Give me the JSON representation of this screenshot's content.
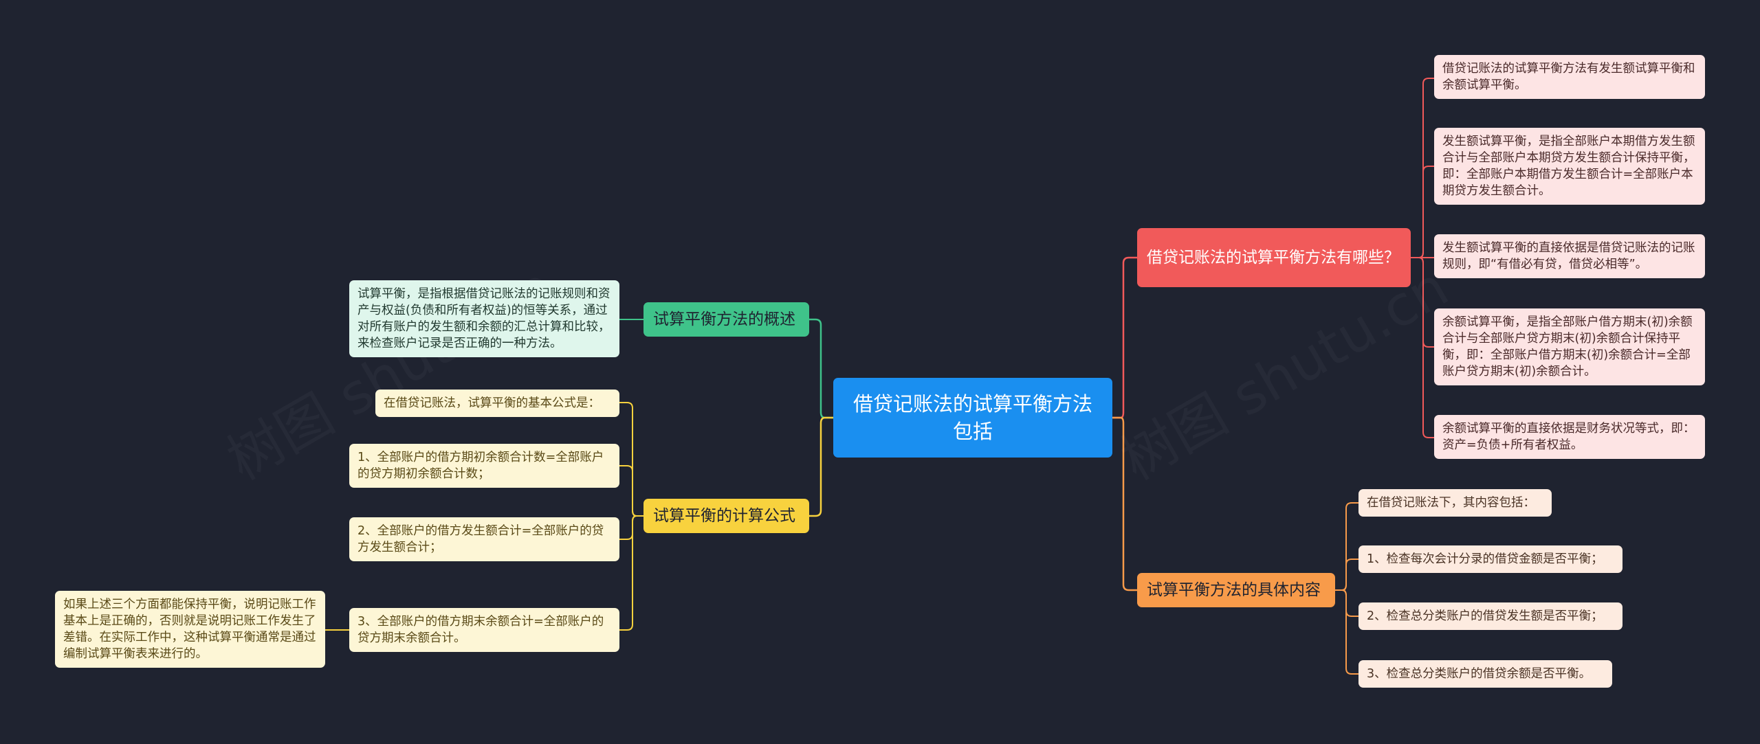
{
  "root": {
    "title": "借贷记账法的试算平衡方法包括"
  },
  "branches": {
    "methods": {
      "label": "借贷记账法的试算平衡方法有哪些？",
      "leaves": [
        "借贷记账法的试算平衡方法有发生额试算平衡和余额试算平衡。",
        "发生额试算平衡，是指全部账户本期借方发生额合计与全部账户本期贷方发生额合计保持平衡，即：全部账户本期借方发生额合计=全部账户本期贷方发生额合计。",
        "发生额试算平衡的直接依据是借贷记账法的记账规则，即“有借必有贷，借贷必相等”。",
        "余额试算平衡，是指全部账户借方期末(初)余额合计与全部账户贷方期末(初)余额合计保持平衡，即：全部账户借方期末(初)余额合计=全部账户贷方期末(初)余额合计。",
        "余额试算平衡的直接依据是财务状况等式，即：资产=负债+所有者权益。"
      ]
    },
    "content": {
      "label": "试算平衡方法的具体内容",
      "leaves": [
        "在借贷记账法下，其内容包括：",
        "1、检查每次会计分录的借贷金额是否平衡；",
        "2、检查总分类账户的借贷发生额是否平衡；",
        "3、检查总分类账户的借贷余额是否平衡。"
      ]
    },
    "overview": {
      "label": "试算平衡方法的概述",
      "leaves": [
        "试算平衡，是指根据借贷记账法的记账规则和资产与权益(负债和所有者权益)的恒等关系，通过对所有账户的发生额和余额的汇总计算和比较，来检查账户记录是否正确的一种方法。"
      ]
    },
    "formula": {
      "label": "试算平衡的计算公式",
      "leaves": [
        "在借贷记账法，试算平衡的基本公式是：",
        "1、全部账户的借方期初余额合计数=全部账户的贷方期初余额合计数；",
        "2、全部账户的借方发生额合计=全部账户的贷方发生额合计；",
        "3、全部账户的借方期末余额合计=全部账户的贷方期末余额合计。"
      ],
      "sub_note": "如果上述三个方面都能保持平衡，说明记账工作基本上是正确的，否则就是说明记账工作发生了差错。在实际工作中，这种试算平衡通常是通过编制试算平衡表来进行的。"
    }
  },
  "watermark": "树图 shutu.cn",
  "colors": {
    "background": "#1f2330",
    "root": "#1a8ff0",
    "methods": "#f15a5a",
    "content": "#f89b4a",
    "overview": "#3fc38a",
    "formula": "#f8d23e"
  }
}
